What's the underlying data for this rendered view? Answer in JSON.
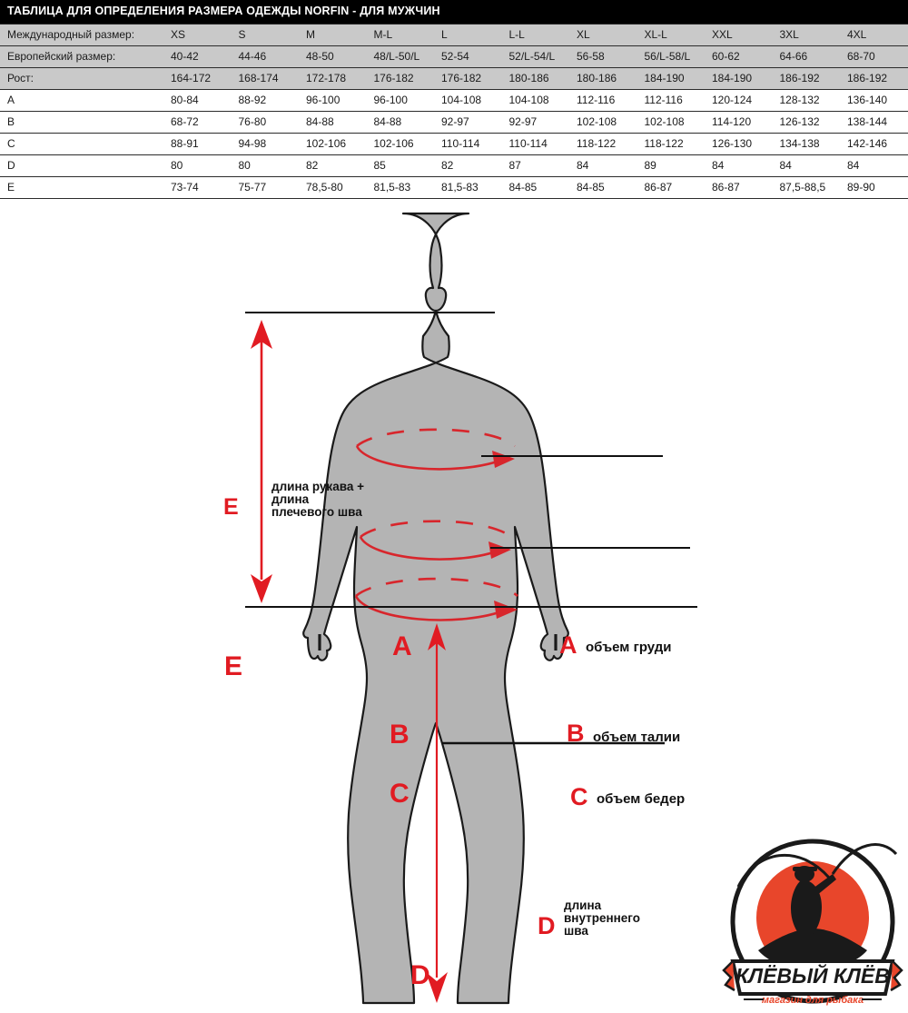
{
  "table": {
    "title": "ТАБЛИЦА ДЛЯ ОПРЕДЕЛЕНИЯ РАЗМЕРА ОДЕЖДЫ NORFIN - ДЛЯ МУЖЧИН",
    "rows": [
      {
        "label": "Международный размер:",
        "shaded": true,
        "values": [
          "XS",
          "S",
          "M",
          "M-L",
          "L",
          "L-L",
          "XL",
          "XL-L",
          "XXL",
          "3XL",
          "4XL"
        ]
      },
      {
        "label": "Европейский размер:",
        "shaded": true,
        "values": [
          "40-42",
          "44-46",
          "48-50",
          "48/L-50/L",
          "52-54",
          "52/L-54/L",
          "56-58",
          "56/L-58/L",
          "60-62",
          "64-66",
          "68-70"
        ]
      },
      {
        "label": "Рост:",
        "shaded": true,
        "values": [
          "164-172",
          "168-174",
          "172-178",
          "176-182",
          "176-182",
          "180-186",
          "180-186",
          "184-190",
          "184-190",
          "186-192",
          "186-192"
        ]
      },
      {
        "label": "A",
        "shaded": false,
        "values": [
          "80-84",
          "88-92",
          "96-100",
          "96-100",
          "104-108",
          "104-108",
          "112-116",
          "112-116",
          "120-124",
          "128-132",
          "136-140"
        ]
      },
      {
        "label": "B",
        "shaded": false,
        "values": [
          "68-72",
          "76-80",
          "84-88",
          "84-88",
          "92-97",
          "92-97",
          "102-108",
          "102-108",
          "114-120",
          "126-132",
          "138-144"
        ]
      },
      {
        "label": "C",
        "shaded": false,
        "values": [
          "88-91",
          "94-98",
          "102-106",
          "102-106",
          "110-114",
          "110-114",
          "118-122",
          "118-122",
          "126-130",
          "134-138",
          "142-146"
        ]
      },
      {
        "label": "D",
        "shaded": false,
        "values": [
          "80",
          "80",
          "82",
          "85",
          "82",
          "87",
          "84",
          "89",
          "84",
          "84",
          "84"
        ]
      },
      {
        "label": "E",
        "shaded": false,
        "values": [
          "73-74",
          "75-77",
          "78,5-80",
          "81,5-83",
          "81,5-83",
          "84-85",
          "84-85",
          "86-87",
          "86-87",
          "87,5-88,5",
          "89-90"
        ]
      }
    ]
  },
  "diagram": {
    "measure_A_letter": "A",
    "measure_A_label": "объем груди",
    "measure_B_letter": "B",
    "measure_B_label": "объем талии",
    "measure_C_letter": "C",
    "measure_C_label": "объем бедер",
    "measure_D_letter": "D",
    "measure_D_label": "длина\nвнутреннего\nшва",
    "measure_E_letter": "E",
    "measure_E_label": "длина рукава +\nдлина\nплечевого шва",
    "body_fill": "#b4b4b4",
    "body_stroke": "#1a1a1a",
    "accent_red": "#e11b22"
  },
  "logo": {
    "brand_name": "КЛЁВЫЙ КЛЁВ",
    "tagline": "магазин для рыбака",
    "circle_color": "#e8462b",
    "dark_color": "#1a1a1a"
  }
}
